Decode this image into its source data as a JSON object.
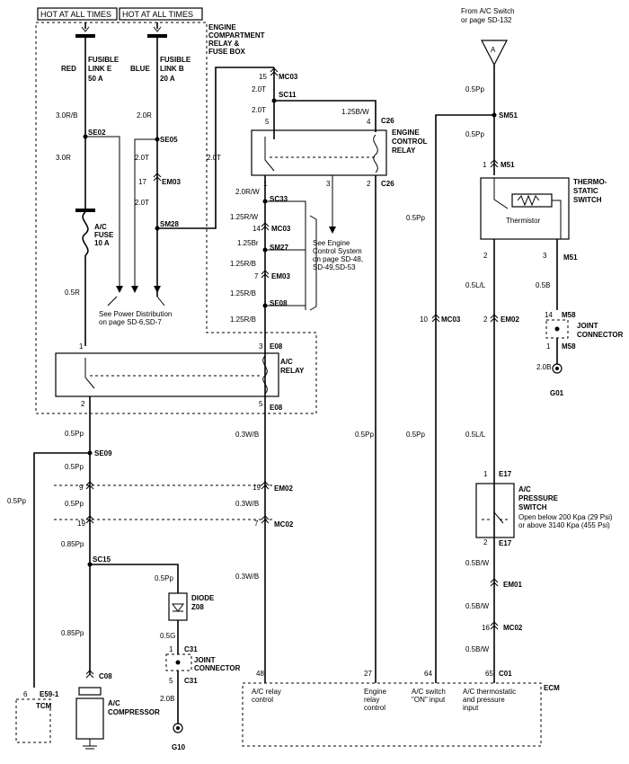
{
  "hot_labels": [
    "HOT AT ALL TIMES",
    "HOT AT ALL TIMES"
  ],
  "fuse_box": {
    "title": [
      "ENGINE",
      "COMPARTMENT",
      "RELAY &",
      "FUSE BOX"
    ]
  },
  "from_ac_switch": [
    "From A/C Switch",
    "or page SD-132"
  ],
  "connector_a": "A",
  "fusible_link_e": {
    "color": "RED",
    "label": [
      "FUSIBLE",
      "LINK E",
      "50 A"
    ]
  },
  "fusible_link_b": {
    "color": "BLUE",
    "label": [
      "FUSIBLE",
      "LINK B",
      "20 A"
    ]
  },
  "ac_fuse": [
    "A/C",
    "FUSE",
    "10 A"
  ],
  "power_dist_note": [
    "See Power Distribution",
    "on page SD-6,SD-7"
  ],
  "engine_control_relay": {
    "label": [
      "ENGINE",
      "CONTROL",
      "RELAY"
    ],
    "connector": "C26"
  },
  "engine_control_note": [
    "See Engine",
    "Control System",
    "on page SD-48,",
    "SD-49,SD-53"
  ],
  "ac_relay": {
    "label": [
      "A/C",
      "RELAY"
    ],
    "connector": "E08"
  },
  "thermostatic_switch": {
    "label": [
      "THERMO-",
      "STATIC",
      "SWITCH"
    ],
    "thermistor": "Thermistor"
  },
  "joint_connector_label": [
    "JOINT",
    "CONNECTOR"
  ],
  "ac_pressure_switch": {
    "label": [
      "A/C",
      "PRESSURE",
      "SWITCH"
    ],
    "note": [
      "Open below 200 Kpa (29 Psi)",
      "or above 3140 Kpa (455 Psi)"
    ]
  },
  "diode": {
    "label": [
      "DIODE"
    ],
    "ref": "Z08"
  },
  "ac_compressor": {
    "label": [
      "A/C",
      "COMPRESSOR"
    ],
    "connector": "C08"
  },
  "tcm": {
    "label": "TCM",
    "connector": "E59-1",
    "pin": "6"
  },
  "ecm": {
    "label": "ECM",
    "pins": [
      {
        "num": "48",
        "desc": [
          "A/C relay",
          "control"
        ]
      },
      {
        "num": "27",
        "desc": [
          "Engine",
          "relay",
          "control"
        ]
      },
      {
        "num": "64",
        "desc": [
          "A/C  switch",
          "\"ON\" input"
        ]
      },
      {
        "num": "65",
        "desc": [
          "A/C thermostatic",
          "and pressure",
          "input"
        ]
      }
    ],
    "connector": "C01"
  },
  "grounds": [
    "G01",
    "G10"
  ],
  "wire_labels": {
    "w1": "3.0R/B",
    "w2": "2.0R",
    "w3": "3.0R",
    "w4": "2.0T",
    "w5": "2.0T",
    "w6": "2.0T",
    "w7": "0.5R",
    "w8": "2.0T",
    "w9": "2.0T",
    "w10": "1.25B/W",
    "w11": "2.0R/W",
    "w12": "1.25R/W",
    "w13": "1.25Br",
    "w14": "1.25R/B",
    "w15": "1.25R/B",
    "w16": "1.25R/B",
    "w17": "0.5Pp",
    "w18": "0.5Pp",
    "w19": "0.5Pp",
    "w20": "0.5Pp",
    "w21": "0.5Pp",
    "w22": "0.5Pp",
    "w23": "0.85Pp",
    "w24": "0.85Pp",
    "w25": "0.5Pp",
    "w26": "0.5G",
    "w27": "2.0B",
    "w28": "0.3W/B",
    "w29": "0.3W/B",
    "w30": "0.3W/B",
    "w31": "0.5Pp",
    "w32": "0.5Pp",
    "w33": "0.5Pp",
    "w34": "0.5Pp",
    "w35": "0.5L/L",
    "w36": "0.5B",
    "w37": "2.0B",
    "w38": "0.5L/L",
    "w39": "0.5B/W",
    "w40": "0.5B/W",
    "w41": "0.5B/W"
  },
  "connectors": {
    "SE02": "SE02",
    "SE05": "SE05",
    "EM03a": "EM03",
    "SM28": "SM28",
    "MC03a": "MC03",
    "SC11": "SC11",
    "SC33": "SC33",
    "MC03b": "MC03",
    "SM27": "SM27",
    "EM03b": "EM03",
    "SE08": "SE08",
    "SE09": "SE09",
    "EM02a": "EM02",
    "MC02a": "MC02",
    "SC15": "SC15",
    "C31": "C31",
    "SM51": "SM51",
    "M51a": "M51",
    "M51b": "M51",
    "M58": "M58",
    "MC03c": "MC03",
    "EM02b": "EM02",
    "E17": "E17",
    "EM01": "EM01",
    "MC02b": "MC02"
  },
  "pins": {
    "p15": "15",
    "p5": "5",
    "p4": "4",
    "p3": "3",
    "p2": "2",
    "p1": "1",
    "p17": "17",
    "p14": "14",
    "p7": "7",
    "p9": "9",
    "p19": "19",
    "p10": "10",
    "p16": "16",
    "p6": "6"
  }
}
